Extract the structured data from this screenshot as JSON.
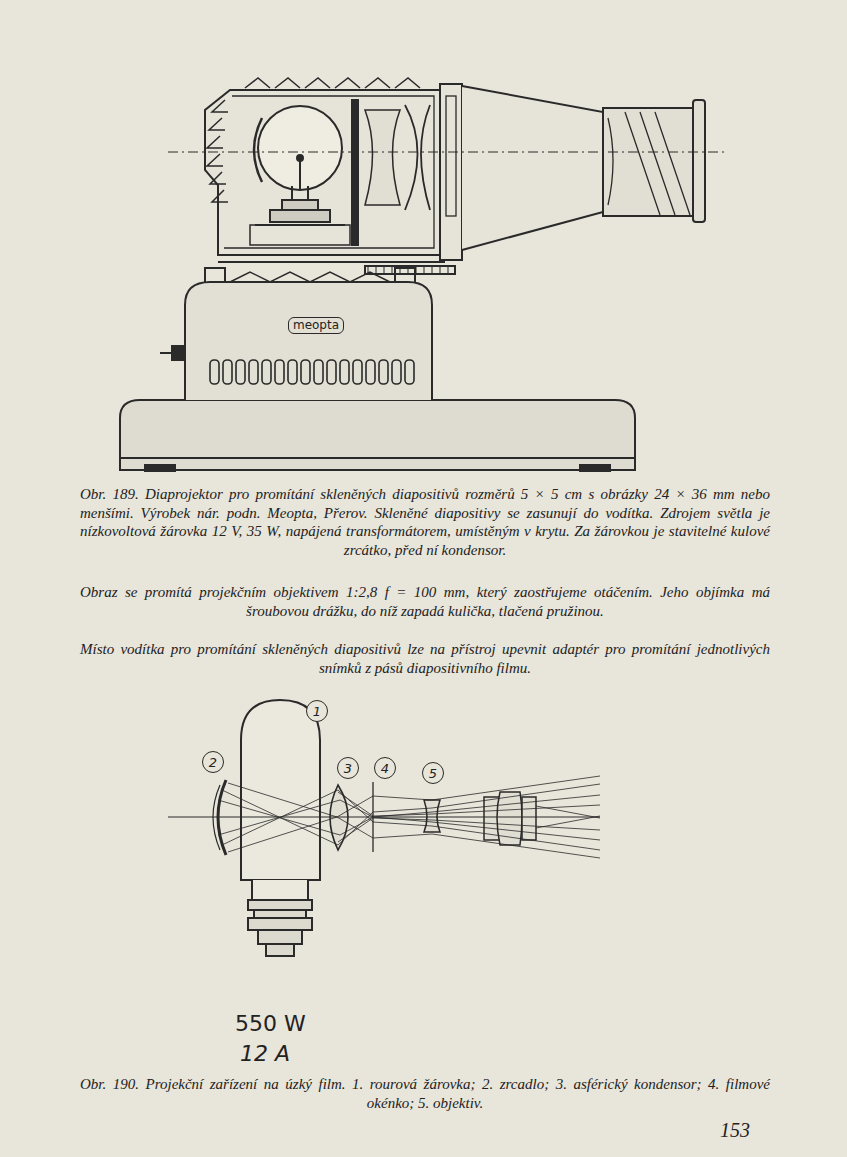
{
  "diagram": {
    "nodes": [
      {
        "text": [
          "meopta"
        ]
      },
      {
        "text": [
          "1"
        ]
      },
      {
        "text": [
          "2"
        ]
      },
      {
        "text": [
          "3"
        ]
      },
      {
        "text": [
          "4"
        ]
      },
      {
        "text": [
          "5"
        ]
      }
    ],
    "labels": [
      "Obr. 189. Diaprojektor pro promítání skleněných diapositivů rozměrů 5 × 5 cm s obrázky 24 × 36 mm nebo menšími. Výrobek nár. podn. Meopta, Přerov. Skleněné diapositivy se zasunují do vodítka. Zdrojem světla je nízkovoltová žárovka 12 V, 35 W, napájená transformátorem, umístěným v krytu. Za žárovkou je stavitelné kulové zrcátko, před ní kondensor.",
      "Obraz se promítá projekčním objektivem 1:2,8 f = 100 mm, který zaostřujeme otáčením. Jeho objímka má šroubovou drážku, do níž zapadá kulička, tlačená pružinou.",
      "Místo vodítka pro promítání skleněných diapositivů lze na přístroj upevnit adaptér pro promítání jednotlivých snímků z pásů diapositivního filmu.",
      "550 W",
      "12 A",
      "Obr. 190. Projekční zařízení na úzký film. 1. rourová žárovka; 2. zrcadlo; 3. asférický kondensor; 4. filmové okénko; 5. objektiv.",
      "153"
    ]
  }
}
